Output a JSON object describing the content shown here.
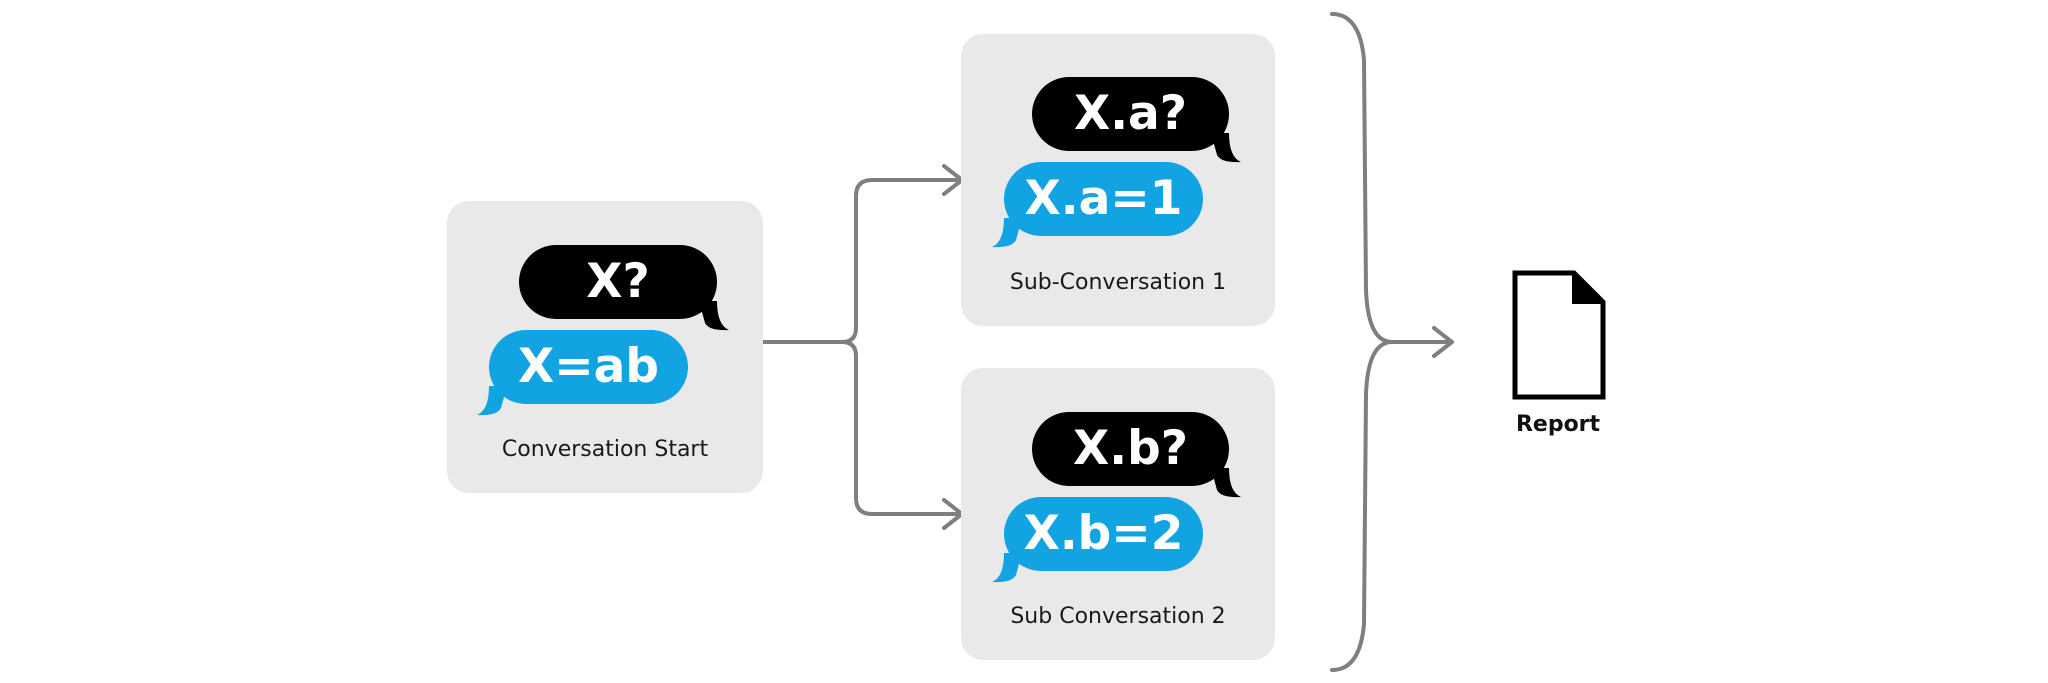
{
  "start": {
    "question": "X?",
    "answer": "X=ab",
    "label": "Conversation Start"
  },
  "sub1": {
    "question": "X.a?",
    "answer": "X.a=1",
    "label": "Sub-Conversation 1"
  },
  "sub2": {
    "question": "X.b?",
    "answer": "X.b=2",
    "label": "Sub Conversation 2"
  },
  "report": {
    "label": "Report",
    "icon": "document-icon"
  },
  "colors": {
    "card": "#e9e9e9",
    "question_bubble": "#000000",
    "answer_bubble": "#12a3e3",
    "connector": "#7f7f7f"
  }
}
